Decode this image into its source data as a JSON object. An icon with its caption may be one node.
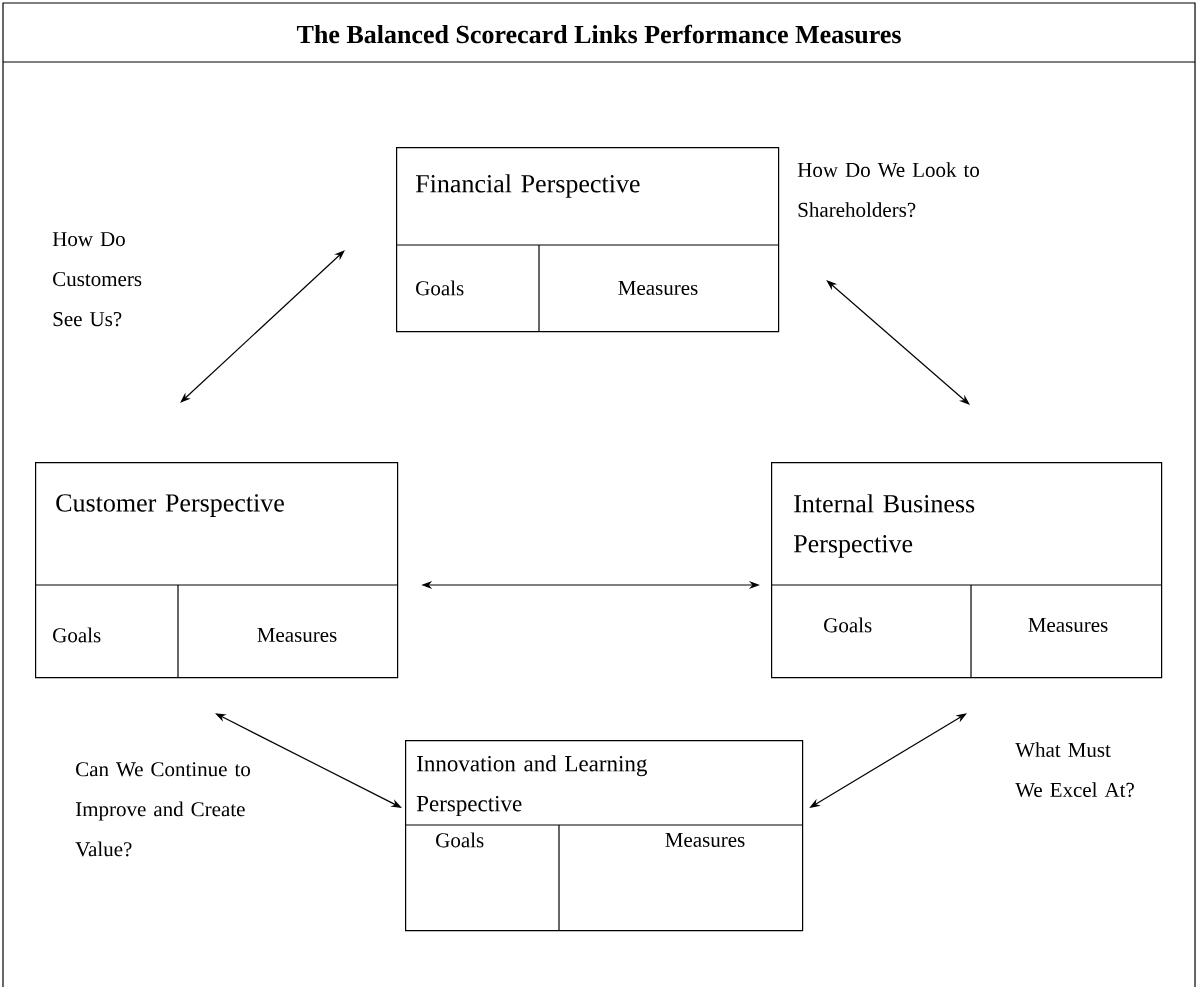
{
  "diagram": {
    "title": "The Balanced Scorecard Links Performance Measures",
    "nodes": [
      {
        "text": [
          "Financial Perspective",
          "Goals",
          "Measures"
        ]
      },
      {
        "text": [
          "Customer Perspective",
          "Goals",
          "Measures"
        ]
      },
      {
        "text": [
          "Internal Business Perspective",
          "Goals",
          "Measures"
        ]
      },
      {
        "text": [
          "Innovation and Learning Perspective",
          "Goals",
          "Measures"
        ]
      }
    ],
    "edges": [
      {
        "from": 0,
        "to": 1,
        "arrow": "both"
      },
      {
        "from": 0,
        "to": 2,
        "arrow": "both"
      },
      {
        "from": 1,
        "to": 2,
        "arrow": "both"
      },
      {
        "from": 1,
        "to": 3,
        "arrow": "both"
      },
      {
        "from": 2,
        "to": 3,
        "arrow": "both"
      }
    ],
    "labels": [
      "How Do We Look to Shareholders?",
      "How Do Customers See Us?",
      "What Must We Excel At?",
      "Can We Continue to Improve and Create Value?"
    ]
  }
}
